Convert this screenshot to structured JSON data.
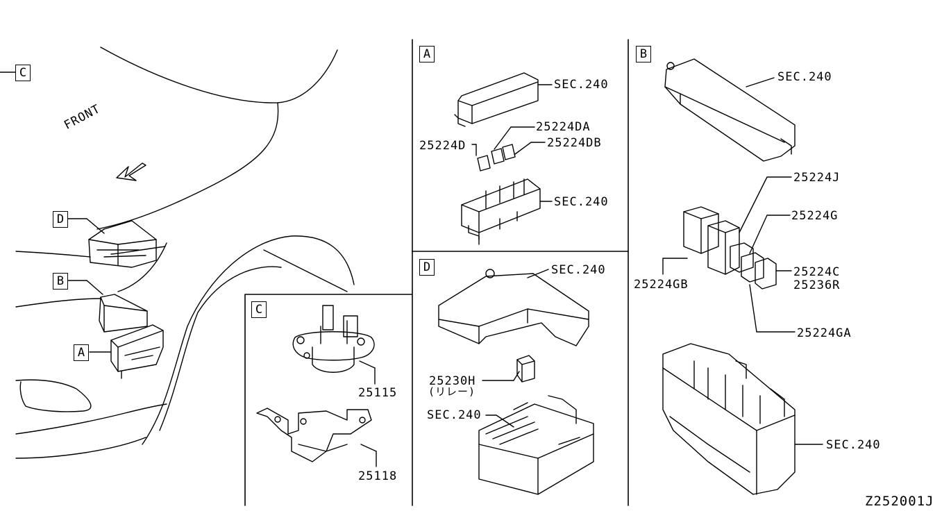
{
  "diagram": {
    "drawing_id": "Z252001J",
    "front_label": "FRONT",
    "overview": {
      "callouts": [
        "C",
        "D",
        "B",
        "A"
      ]
    },
    "panels": {
      "A": {
        "title": "A",
        "labels": [
          "SEC.240",
          "25224DA",
          "25224D",
          "25224DB",
          "SEC.240"
        ]
      },
      "B": {
        "title": "B",
        "labels": [
          "SEC.240",
          "25224J",
          "25224G",
          "25224GB",
          "25224C",
          "25236R",
          "25224GA",
          "SEC.240"
        ]
      },
      "C": {
        "title": "C",
        "labels": [
          "25115",
          "25118"
        ]
      },
      "D": {
        "title": "D",
        "labels": [
          "SEC.240",
          "25230H",
          "(リレー)",
          "SEC.240"
        ]
      }
    }
  }
}
